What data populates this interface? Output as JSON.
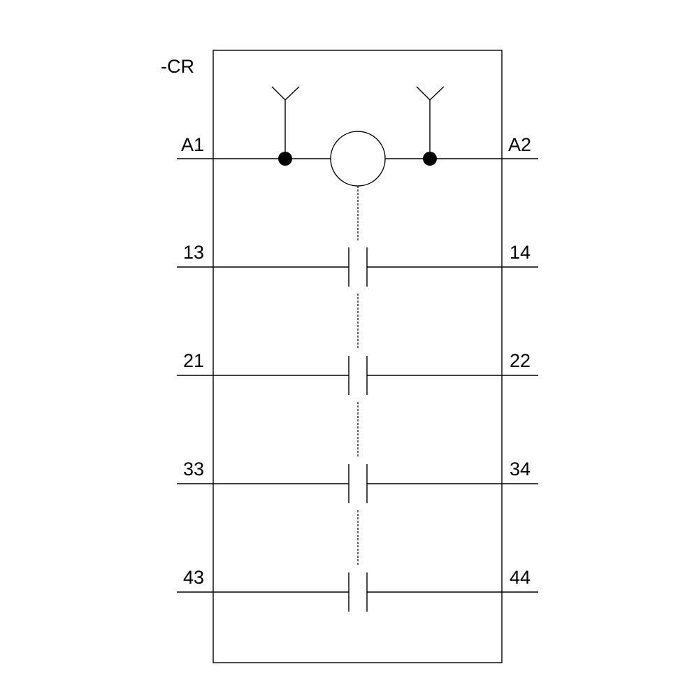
{
  "device": {
    "tag": "-CR",
    "coil": {
      "left_terminal": "A1",
      "right_terminal": "A2"
    },
    "contacts": [
      {
        "left_terminal": "13",
        "right_terminal": "14",
        "type": "normally-open"
      },
      {
        "left_terminal": "21",
        "right_terminal": "22",
        "type": "normally-open"
      },
      {
        "left_terminal": "33",
        "right_terminal": "34",
        "type": "normally-open"
      },
      {
        "left_terminal": "43",
        "right_terminal": "44",
        "type": "normally-open"
      }
    ]
  },
  "colors": {
    "line": "#000000",
    "background": "#ffffff"
  }
}
